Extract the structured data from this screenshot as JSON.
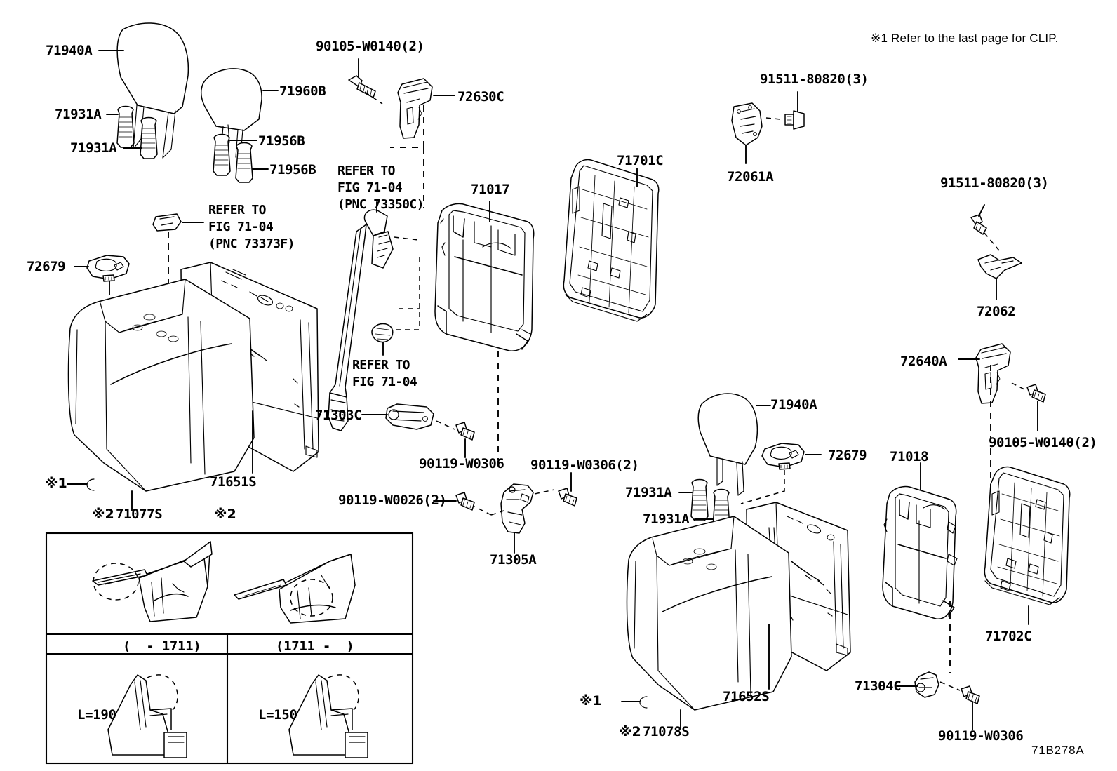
{
  "diagram": {
    "id": "71B278A",
    "title": "Rear seat back assembly exploded parts diagram",
    "note_top_right": "※1 Refer to the last page for CLIP."
  },
  "refer_blocks": {
    "pnc_73373F": "REFER TO\nFIG 71-04\n(PNC 73373F)",
    "pnc_73350C": "REFER TO\nFIG 71-04\n(PNC 73350C)",
    "plain_7104": "REFER TO\nFIG 71-04"
  },
  "labels": {
    "headrest_left": "71940A",
    "headrest_center": "71960B",
    "hr_support_a1": "71931A",
    "hr_support_a2": "71931A",
    "hr_support_b1": "71956B",
    "hr_support_b2": "71956B",
    "bolt_90105_top": "90105-W0140(2)",
    "hinge_72630C": "72630C",
    "bolt_91511_left": "91511-80820(3)",
    "bracket_72061A": "72061A",
    "bolt_91511_right": "91511-80820(3)",
    "bracket_72062": "72062",
    "cover_72679_left": "72679",
    "frame_71017": "71017",
    "board_71701C": "71701C",
    "cushion_71077S": "71077S",
    "cover_71651S": "71651S",
    "striker_71303C": "71303C",
    "bolt_90119_W0306_a": "90119-W0306",
    "bolt_90119_W0306_b2": "90119-W0306(2)",
    "bolt_90119_W0026": "90119-W0026(2)",
    "hinge_71305A": "71305A",
    "headrest_right": "71940A",
    "hr_support_r1": "71931A",
    "hr_support_r2": "71931A",
    "cover_72679_right": "72679",
    "frame_71018": "71018",
    "cushion_71078S": "71078S",
    "cover_71652S": "71652S",
    "board_71702C": "71702C",
    "hinge_72640A": "72640A",
    "bolt_90105_right": "90105-W0140(2)",
    "striker_71304C": "71304C",
    "bolt_90119_W0306_c": "90119-W0306"
  },
  "markers": {
    "star1": "※1",
    "star2": "※2",
    "star2_b": "※2",
    "star1_right": "※1",
    "star2_right": "※2"
  },
  "inset_table": {
    "columns": [
      {
        "header": "(  - 1711)",
        "length_label": "L=190"
      },
      {
        "header": "(1711 -  )",
        "length_label": "L=150"
      }
    ]
  }
}
